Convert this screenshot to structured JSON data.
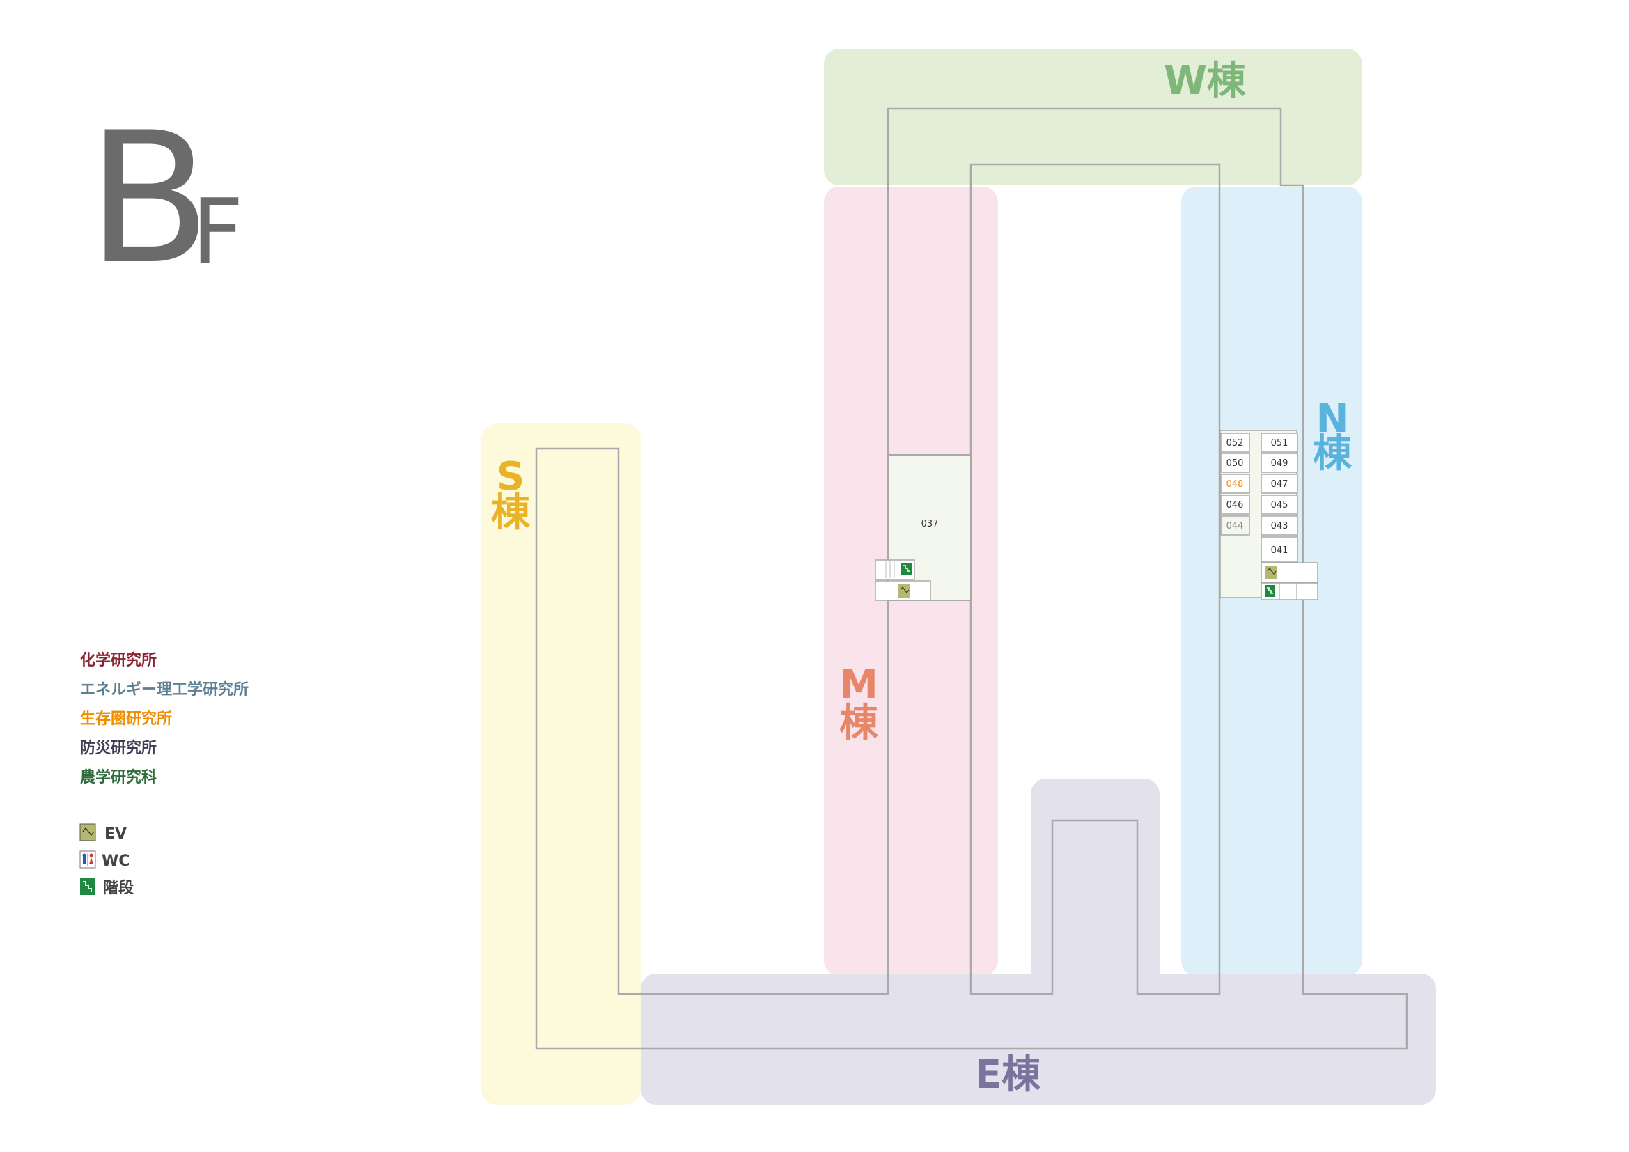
{
  "floor": {
    "main": "B",
    "sub": "F"
  },
  "buildings": {
    "W": {
      "label": "W棟",
      "color": "#7fb77a"
    },
    "M": {
      "label1": "M",
      "label2": "棟",
      "color": "#e8866a"
    },
    "N": {
      "label1": "N",
      "label2": "棟",
      "color": "#5ab3dc"
    },
    "S": {
      "label1": "S",
      "label2": "棟",
      "color": "#e9b227"
    },
    "E": {
      "label": "E棟",
      "color": "#7a739e"
    }
  },
  "rooms": {
    "r037": "037",
    "r052": "052",
    "r051": "051",
    "r050": "050",
    "r049": "049",
    "r048": "048",
    "r047": "047",
    "r046": "046",
    "r045": "045",
    "r044": "044",
    "r043": "043",
    "r041": "041"
  },
  "legend": {
    "institutes": [
      {
        "label": "化学研究所",
        "color": "#8a2433"
      },
      {
        "label": "エネルギー理工学研究所",
        "color": "#5d7f96"
      },
      {
        "label": "生存圏研究所",
        "color": "#ef8c00"
      },
      {
        "label": "防災研究所",
        "color": "#3f3c55"
      },
      {
        "label": "農学研究科",
        "color": "#2f6b3a"
      }
    ],
    "facilities": {
      "ev": "EV",
      "wc": "WC",
      "stairs": "階段"
    }
  }
}
